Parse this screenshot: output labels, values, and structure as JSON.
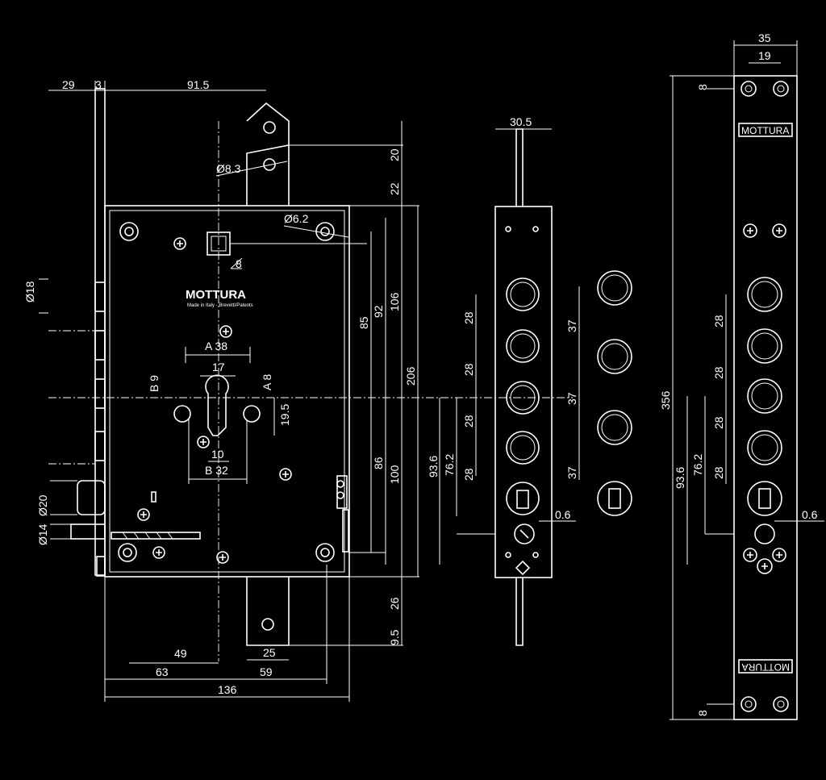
{
  "dimensions": {
    "d29": "29",
    "d3": "3",
    "d91_5": "91.5",
    "dia8_3": "Ø8.3",
    "dia6_2": "Ø6.2",
    "sq8": "8",
    "dia18": "Ø18",
    "dia20": "Ø20",
    "dia14": "Ø14",
    "a38": "A 38",
    "d17": "17",
    "b9": "B 9",
    "a8": "A 8",
    "d19_5": "19.5",
    "d10": "10",
    "b32": "B 32",
    "d49": "49",
    "d63": "63",
    "d25": "25",
    "d59": "59",
    "d136": "136",
    "d20": "20",
    "d22": "22",
    "d85": "85",
    "d92": "92",
    "d106": "106",
    "d206": "206",
    "d86": "86",
    "d100": "100",
    "d26": "26",
    "d9_5": "9.5",
    "d30_5": "30.5",
    "d28a": "28",
    "d28b": "28",
    "d28c": "28",
    "d28d": "28",
    "d93_6": "93.6",
    "d76_2": "76.2",
    "d37a": "37",
    "d37b": "37",
    "d37c": "37",
    "d0_6a": "0.6",
    "d35": "35",
    "d19": "19",
    "d8top": "8",
    "d356": "356",
    "d28e": "28",
    "d28f": "28",
    "d28g": "28",
    "d28h": "28",
    "d93_6b": "93.6",
    "d76_2b": "76.2",
    "d0_6b": "0.6",
    "d8bot": "8"
  },
  "brand": {
    "name": "MOTTURA",
    "subtitle": "Made in Italy - Brevetti/Patents",
    "faceplate_top": "MOTTURA",
    "faceplate_bottom": "MOTTURA"
  },
  "colors": {
    "background": "#000000",
    "line": "#ffffff"
  }
}
